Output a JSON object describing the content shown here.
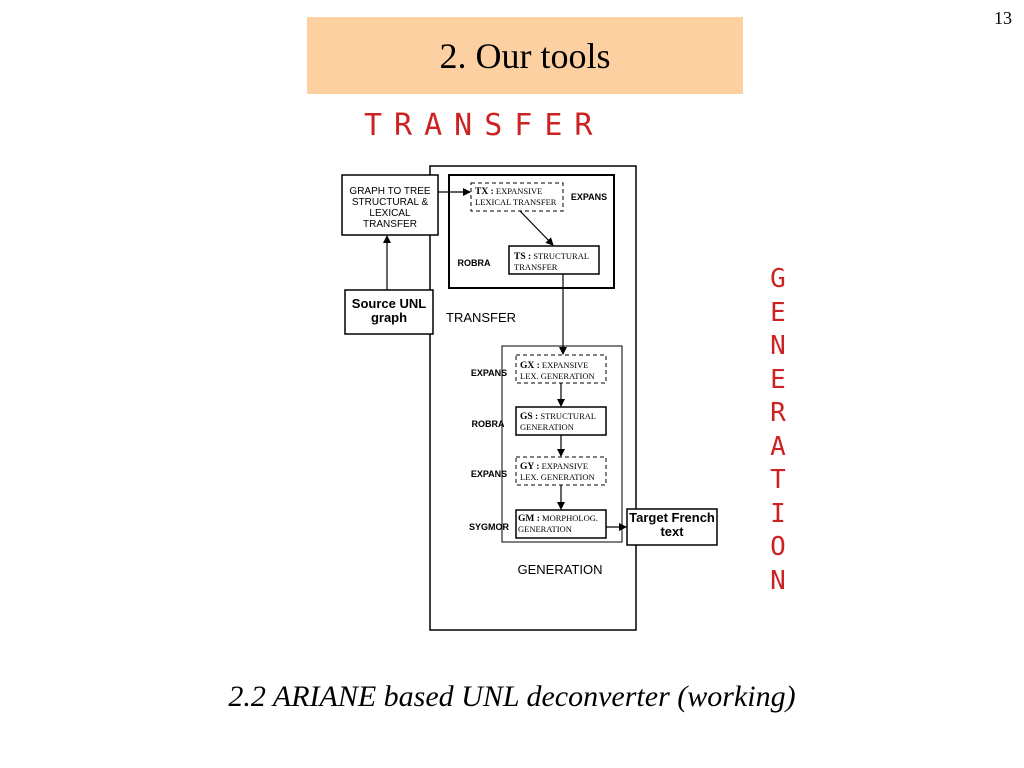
{
  "page_number": "13",
  "title": "2. Our tools",
  "side_labels": {
    "transfer": "TRANSFER",
    "generation": "GENERATION"
  },
  "caption": "2.2 ARIANE based UNL deconverter (working)",
  "diagram": {
    "graph_to_tree": "GRAPH  TO TREE STRUCTURAL & LEXICAL TRANSFER",
    "source_graph": "Source UNL graph",
    "transfer_label": "TRANSFER",
    "generation_label": "GENERATION",
    "target": "Target French text",
    "tx_code": "TX :",
    "tx_text": "EXPANSIVE LEXICAL TRANSFER",
    "ts_code": "TS :",
    "ts_text": "STRUCTURAL TRANSFER",
    "gx_code": "GX :",
    "gx_text": "EXPANSIVE LEX. GENERATION",
    "gs_code": "GS :",
    "gs_text": "STRUCTURAL GENERATION",
    "gy_code": "GY :",
    "gy_text": "EXPANSIVE LEX. GENERATION",
    "gm_code": "GM :",
    "gm_text": "MORPHOLOG. GENERATION",
    "side_expans_1": "EXPANS",
    "side_robra_1": "ROBRA",
    "side_expans_2": "EXPANS",
    "side_robra_2": "ROBRA",
    "side_expans_3": "EXPANS",
    "side_sygmor": "SYGMOR"
  }
}
